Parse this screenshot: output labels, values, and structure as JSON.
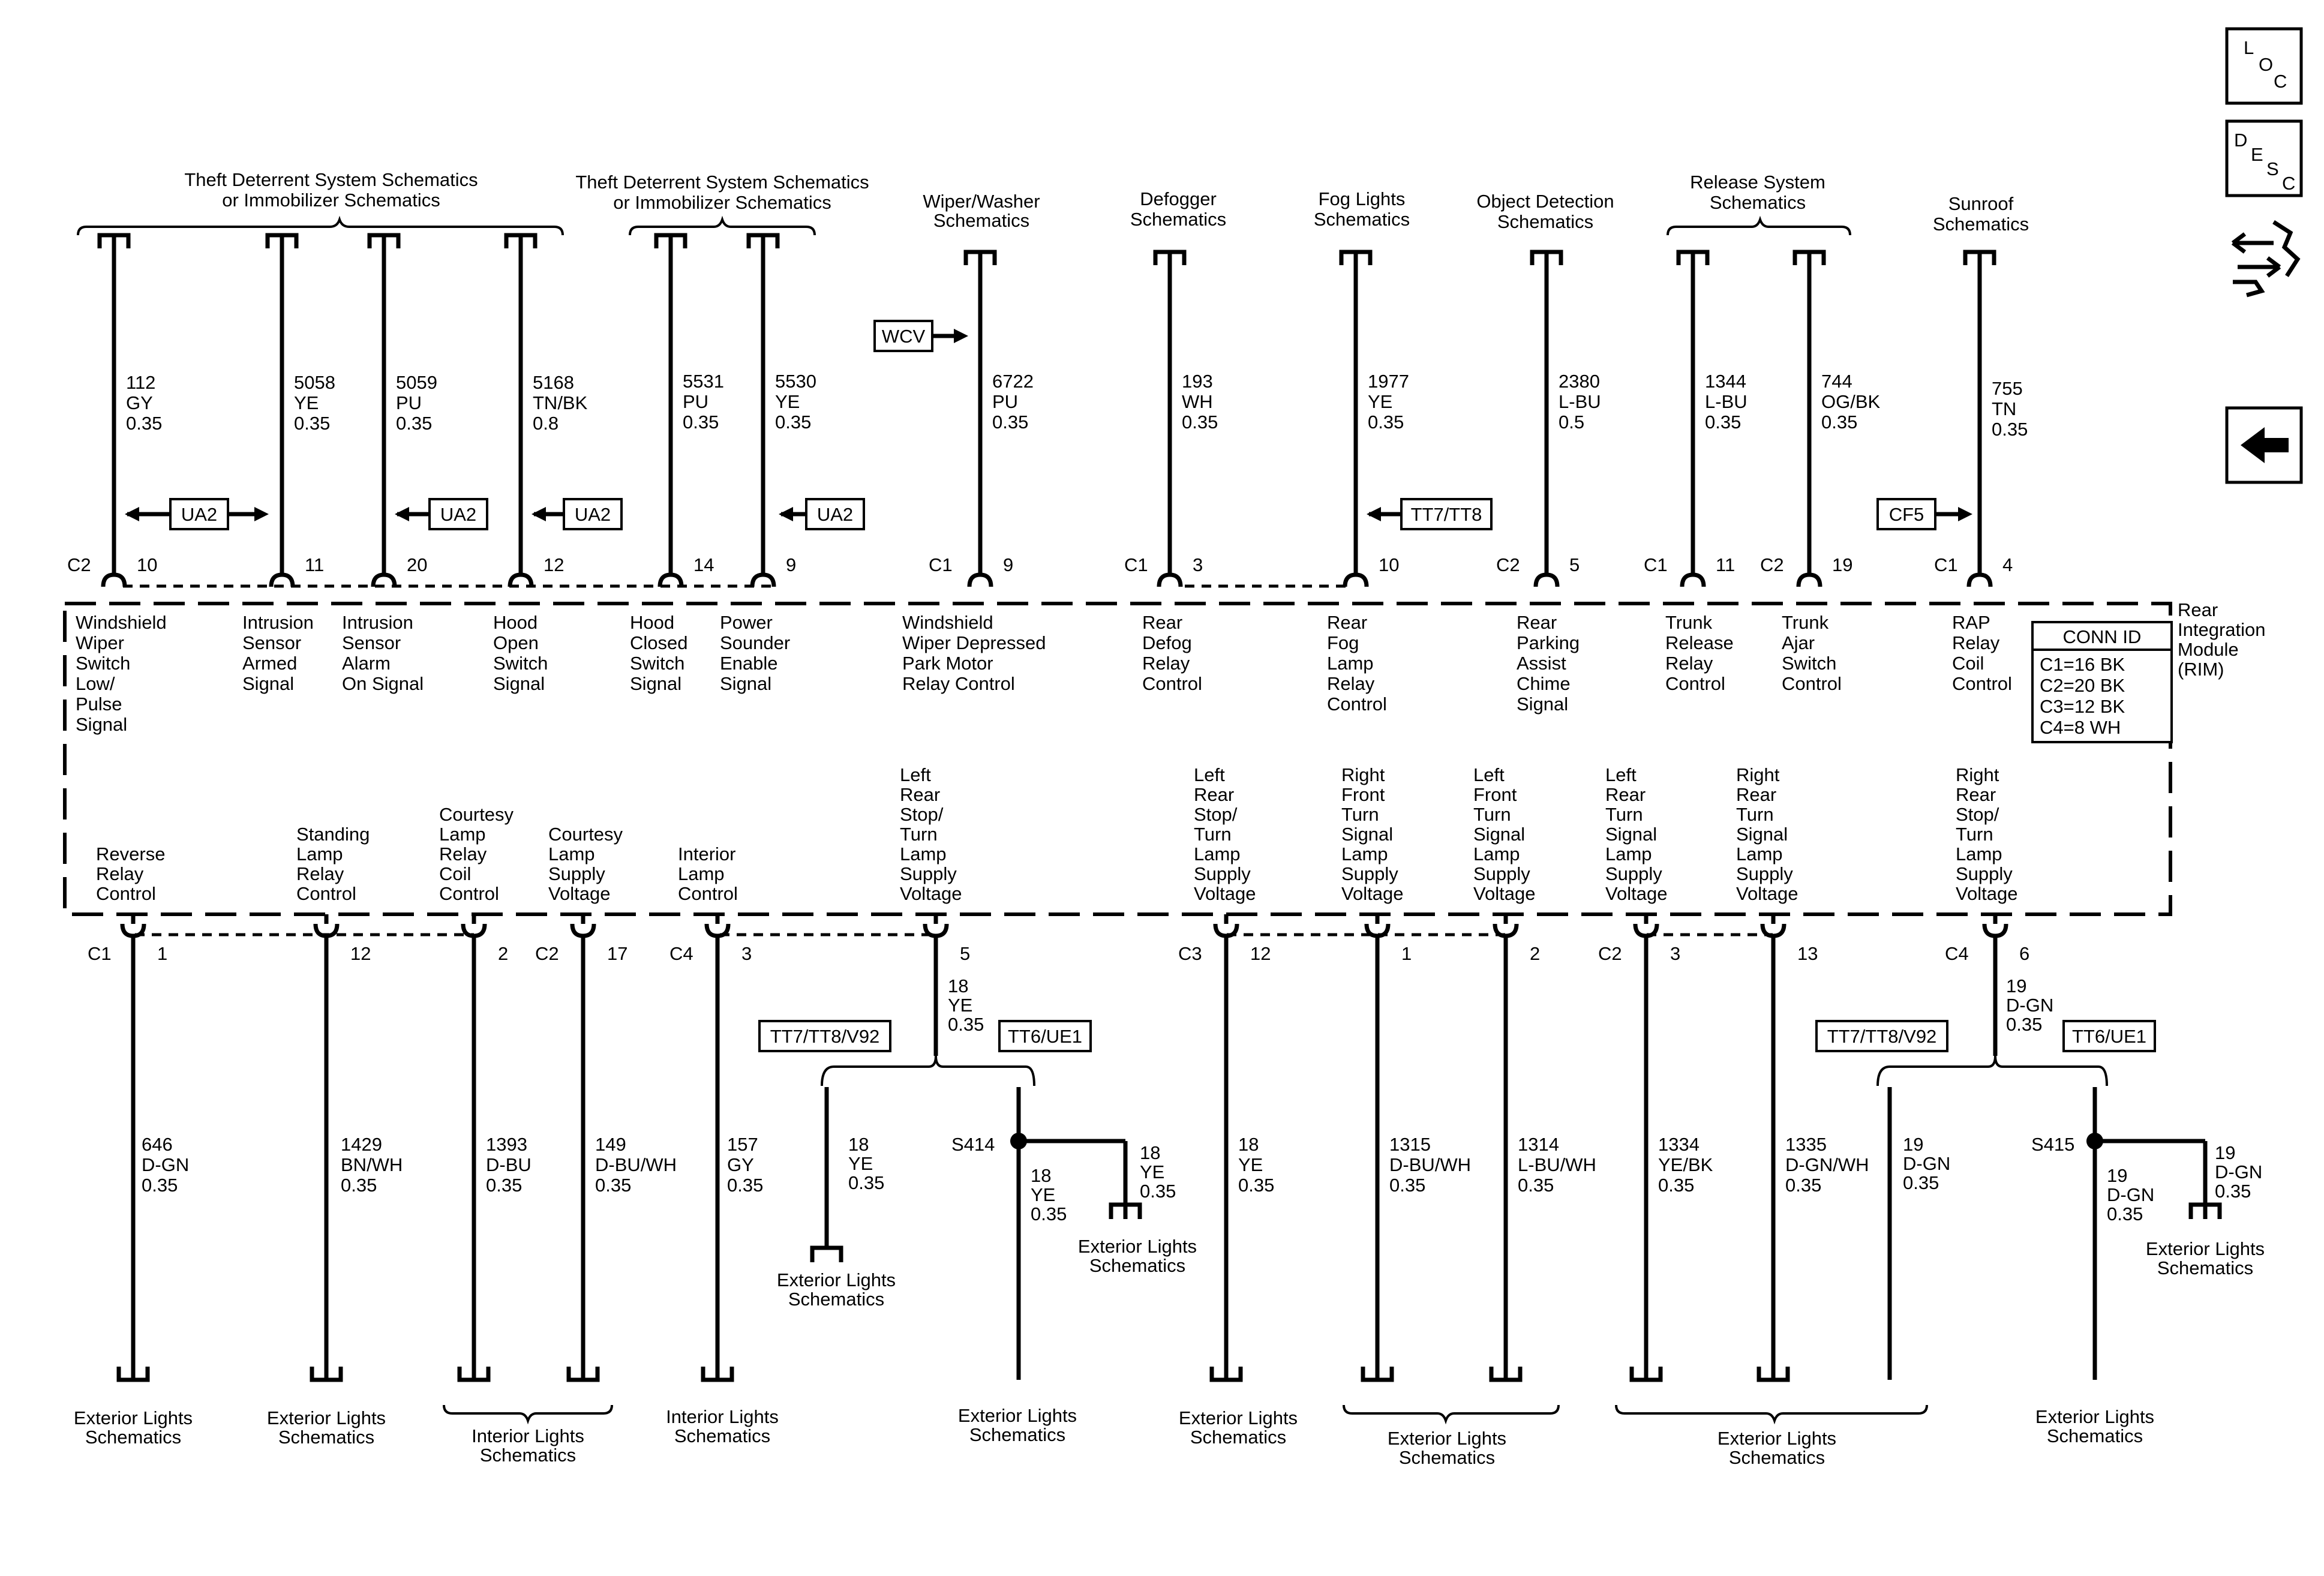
{
  "module": {
    "name_lines": [
      "Rear",
      "Integration",
      "Module",
      "(RIM)"
    ],
    "conn_title": "CONN ID",
    "conn_lines": [
      "C1=16 BK",
      "C2=20 BK",
      "C3=12 BK",
      "C4=8 WH"
    ]
  },
  "nav": {
    "loc": [
      "L",
      "O",
      "C"
    ],
    "desc": [
      "D",
      "E",
      "S",
      "C"
    ]
  },
  "option_badges": [
    {
      "id": "ua2-a",
      "text": "UA2"
    },
    {
      "id": "ua2-b",
      "text": "UA2"
    },
    {
      "id": "ua2-c",
      "text": "UA2"
    },
    {
      "id": "ua2-d",
      "text": "UA2"
    },
    {
      "id": "wcv",
      "text": "WCV"
    },
    {
      "id": "tt7tt8",
      "text": "TT7/TT8"
    },
    {
      "id": "cf5",
      "text": "CF5"
    },
    {
      "id": "tt7tt8v92-a",
      "text": "TT7/TT8/V92"
    },
    {
      "id": "tt6ue1-a",
      "text": "TT6/UE1"
    },
    {
      "id": "tt7tt8v92-b",
      "text": "TT7/TT8/V92"
    },
    {
      "id": "tt6ue1-b",
      "text": "TT6/UE1"
    }
  ],
  "top_destinations": [
    {
      "id": "theft1",
      "lines": [
        "Theft Deterrent System Schematics",
        "or Immobilizer Schematics"
      ]
    },
    {
      "id": "theft2",
      "lines": [
        "Theft Deterrent System Schematics",
        "or Immobilizer Schematics"
      ]
    },
    {
      "id": "wiper",
      "lines": [
        "Wiper/Washer",
        "Schematics"
      ]
    },
    {
      "id": "defog",
      "lines": [
        "Defogger",
        "Schematics"
      ]
    },
    {
      "id": "fog",
      "lines": [
        "Fog Lights",
        "Schematics"
      ]
    },
    {
      "id": "object",
      "lines": [
        "Object Detection",
        "Schematics"
      ]
    },
    {
      "id": "release",
      "lines": [
        "Release System",
        "Schematics"
      ]
    },
    {
      "id": "sunroof",
      "lines": [
        "Sunroof",
        "Schematics"
      ]
    }
  ],
  "top_circuits": [
    {
      "conn": "C2",
      "pin": "10",
      "circuit": [
        "112",
        "GY",
        "0.35"
      ],
      "func": [
        "Windshield",
        "Wiper",
        "Switch",
        "Low/",
        "Pulse",
        "Signal"
      ]
    },
    {
      "conn": "",
      "pin": "11",
      "circuit": [
        "5058",
        "YE",
        "0.35"
      ],
      "func": [
        "Intrusion",
        "Sensor",
        "Armed",
        "Signal"
      ]
    },
    {
      "conn": "",
      "pin": "20",
      "circuit": [
        "5059",
        "PU",
        "0.35"
      ],
      "func": [
        "Intrusion",
        "Sensor",
        "Alarm",
        "On Signal"
      ]
    },
    {
      "conn": "",
      "pin": "12",
      "circuit": [
        "5168",
        "TN/BK",
        "0.8"
      ],
      "func": [
        "Hood",
        "Open",
        "Switch",
        "Signal"
      ]
    },
    {
      "conn": "",
      "pin": "14",
      "circuit": [
        "5531",
        "PU",
        "0.35"
      ],
      "func": [
        "Hood",
        "Closed",
        "Switch",
        "Signal"
      ]
    },
    {
      "conn": "",
      "pin": "9",
      "circuit": [
        "5530",
        "YE",
        "0.35"
      ],
      "func": [
        "Power",
        "Sounder",
        "Enable",
        "Signal"
      ]
    },
    {
      "conn": "C1",
      "pin": "9",
      "circuit": [
        "6722",
        "PU",
        "0.35"
      ],
      "func": [
        "Windshield",
        "Wiper Depressed",
        "Park Motor",
        "Relay Control"
      ]
    },
    {
      "conn": "C1",
      "pin": "3",
      "circuit": [
        "193",
        "WH",
        "0.35"
      ],
      "func": [
        "Rear",
        "Defog",
        "Relay",
        "Control"
      ]
    },
    {
      "conn": "",
      "pin": "10",
      "circuit": [
        "1977",
        "YE",
        "0.35"
      ],
      "func": [
        "Rear",
        "Fog",
        "Lamp",
        "Relay",
        "Control"
      ]
    },
    {
      "conn": "C2",
      "pin": "5",
      "circuit": [
        "2380",
        "L-BU",
        "0.5"
      ],
      "func": [
        "Rear",
        "Parking",
        "Assist",
        "Chime",
        "Signal"
      ]
    },
    {
      "conn": "C1",
      "pin": "11",
      "circuit": [
        "1344",
        "L-BU",
        "0.35"
      ],
      "func": [
        "Trunk",
        "Release",
        "Relay",
        "Control"
      ]
    },
    {
      "conn": "C2",
      "pin": "19",
      "circuit": [
        "744",
        "OG/BK",
        "0.35"
      ],
      "func": [
        "Trunk",
        "Ajar",
        "Switch",
        "Control"
      ]
    },
    {
      "conn": "C1",
      "pin": "4",
      "circuit": [
        "755",
        "TN",
        "0.35"
      ],
      "func": [
        "RAP",
        "Relay",
        "Coil",
        "Control"
      ]
    }
  ],
  "bottom_circuits": [
    {
      "conn": "C1",
      "pin": "1",
      "circuit": [
        "646",
        "D-GN",
        "0.35"
      ],
      "func": [
        "Reverse",
        "Relay",
        "Control"
      ]
    },
    {
      "conn": "",
      "pin": "12",
      "circuit": [
        "1429",
        "BN/WH",
        "0.35"
      ],
      "func": [
        "Standing",
        "Lamp",
        "Relay",
        "Control"
      ]
    },
    {
      "conn": "",
      "pin": "2",
      "circuit": [
        "1393",
        "D-BU",
        "0.35"
      ],
      "func": [
        "Courtesy",
        "Lamp",
        "Relay",
        "Coil",
        "Control"
      ]
    },
    {
      "conn": "C2",
      "pin": "17",
      "circuit": [
        "149",
        "D-BU/WH",
        "0.35"
      ],
      "func": [
        "Courtesy",
        "Lamp",
        "Supply",
        "Voltage"
      ]
    },
    {
      "conn": "C4",
      "pin": "3",
      "circuit": [
        "157",
        "GY",
        "0.35"
      ],
      "func": [
        "Interior",
        "Lamp",
        "Control"
      ]
    },
    {
      "conn": "",
      "pin": "5",
      "circuit": [
        "18",
        "YE",
        "0.35"
      ],
      "func": [
        "Left",
        "Rear",
        "Stop/",
        "Turn",
        "Lamp",
        "Supply",
        "Voltage"
      ]
    },
    {
      "conn": "C3",
      "pin": "12",
      "circuit": [
        "18",
        "YE",
        "0.35"
      ],
      "func": [
        "Left",
        "Rear",
        "Stop/",
        "Turn",
        "Lamp",
        "Supply",
        "Voltage"
      ]
    },
    {
      "conn": "",
      "pin": "1",
      "circuit": [
        "1315",
        "D-BU/WH",
        "0.35"
      ],
      "func": [
        "Right",
        "Front",
        "Turn",
        "Signal",
        "Lamp",
        "Supply",
        "Voltage"
      ]
    },
    {
      "conn": "",
      "pin": "2",
      "circuit": [
        "1314",
        "L-BU/WH",
        "0.35"
      ],
      "func": [
        "Left",
        "Front",
        "Turn",
        "Signal",
        "Lamp",
        "Supply",
        "Voltage"
      ]
    },
    {
      "conn": "C2",
      "pin": "3",
      "circuit": [
        "1334",
        "YE/BK",
        "0.35"
      ],
      "func": [
        "Left",
        "Rear",
        "Turn",
        "Signal",
        "Lamp",
        "Supply",
        "Voltage"
      ]
    },
    {
      "conn": "",
      "pin": "13",
      "circuit": [
        "1335",
        "D-GN/WH",
        "0.35"
      ],
      "func": [
        "Right",
        "Rear",
        "Turn",
        "Signal",
        "Lamp",
        "Supply",
        "Voltage"
      ]
    },
    {
      "conn": "C4",
      "pin": "6",
      "circuit": [
        "19",
        "D-GN",
        "0.35"
      ],
      "func": [
        "Right",
        "Rear",
        "Stop/",
        "Turn",
        "Lamp",
        "Supply",
        "Voltage"
      ]
    }
  ],
  "branch_circuits": [
    {
      "id": "b1",
      "lines": [
        "18",
        "YE",
        "0.35"
      ]
    },
    {
      "id": "b2",
      "lines": [
        "18",
        "YE",
        "0.35"
      ]
    },
    {
      "id": "b3",
      "lines": [
        "18",
        "YE",
        "0.35"
      ]
    },
    {
      "id": "b4",
      "lines": [
        "19",
        "D-GN",
        "0.35"
      ]
    },
    {
      "id": "b5",
      "lines": [
        "19",
        "D-GN",
        "0.35"
      ]
    },
    {
      "id": "b6",
      "lines": [
        "19",
        "D-GN",
        "0.35"
      ]
    }
  ],
  "splices": [
    {
      "id": "s414",
      "text": "S414"
    },
    {
      "id": "s415",
      "text": "S415"
    }
  ],
  "bottom_destinations": [
    {
      "id": "d1",
      "lines": [
        "Exterior Lights",
        "Schematics"
      ]
    },
    {
      "id": "d2",
      "lines": [
        "Exterior Lights",
        "Schematics"
      ]
    },
    {
      "id": "d3",
      "lines": [
        "Interior Lights",
        "Schematics"
      ]
    },
    {
      "id": "d4",
      "lines": [
        "Interior Lights",
        "Schematics"
      ]
    },
    {
      "id": "d5",
      "lines": [
        "Exterior Lights",
        "Schematics"
      ]
    },
    {
      "id": "d6",
      "lines": [
        "Exterior Lights",
        "Schematics"
      ]
    },
    {
      "id": "d7",
      "lines": [
        "Exterior Lights",
        "Schematics"
      ]
    },
    {
      "id": "d8",
      "lines": [
        "Exterior Lights",
        "Schematics"
      ]
    },
    {
      "id": "d9",
      "lines": [
        "Exterior Lights",
        "Schematics"
      ]
    },
    {
      "id": "d10",
      "lines": [
        "Exterior Lights",
        "Schematics"
      ]
    },
    {
      "id": "d11",
      "lines": [
        "Exterior Lights",
        "Schematics"
      ]
    },
    {
      "id": "d12",
      "lines": [
        "Exterior Lights",
        "Schematics"
      ]
    }
  ]
}
